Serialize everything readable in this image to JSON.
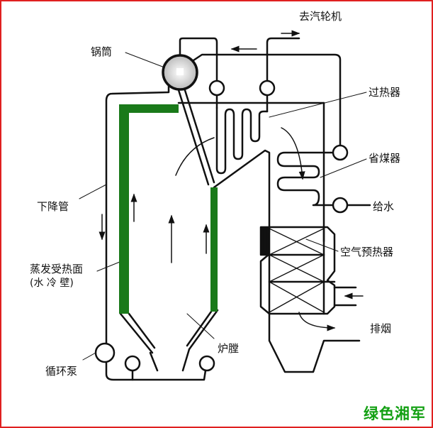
{
  "title": "Boiler water-steam system diagram",
  "labels": {
    "to_turbine": "去汽轮机",
    "drum": "锅筒",
    "superheater": "过热器",
    "economizer": "省煤器",
    "downcomer": "下降管",
    "feedwater": "给水",
    "evaporator_line1": "蒸发受热面",
    "evaporator_line2": "(水 冷 壁)",
    "air_preheater": "空气预热器",
    "flue_gas": "排烟",
    "furnace": "炉膛",
    "circulation_pump": "循环泵"
  },
  "watermark": "绿色湘军",
  "colors": {
    "water_wall": "#1a7a1a",
    "border": "#e02020",
    "line": "#111111",
    "watermark": "#12a012"
  }
}
